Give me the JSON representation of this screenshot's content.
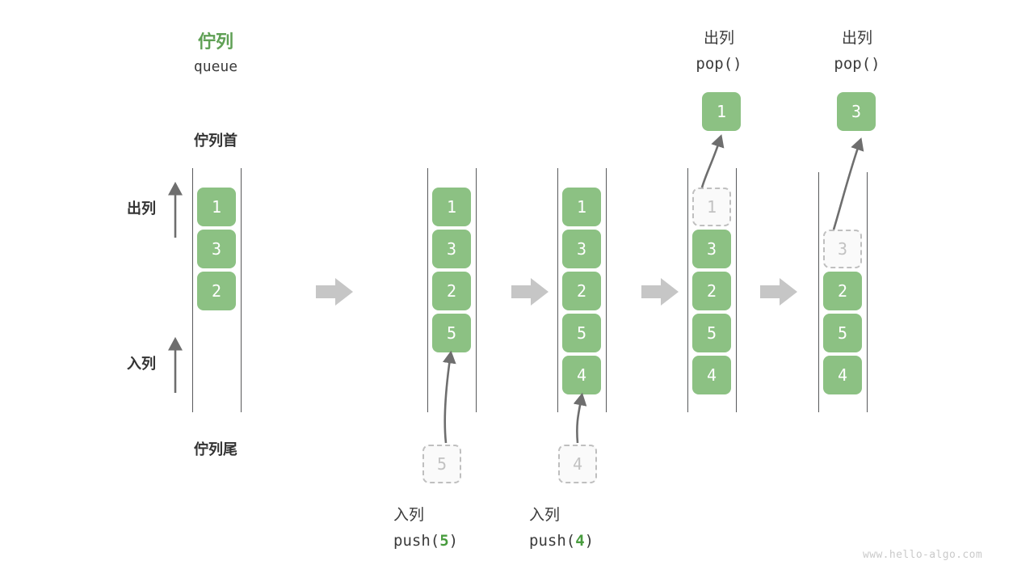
{
  "header": {
    "title_cn": "佇列",
    "title_en": "queue",
    "front_label": "佇列首",
    "rear_label": "佇列尾"
  },
  "axis_labels": {
    "pop_label": "出列",
    "push_label": "入列"
  },
  "watermark": "www.hello-algo.com",
  "colors": {
    "node_green": "#8CC183",
    "title_green": "#5FA055",
    "arg_green": "#489C3E",
    "ghost_border": "#BFBFBF",
    "ghost_text": "#C2C2C2",
    "rail": "#58595B",
    "stage_arrow": "#C6C6C6",
    "text_dark": "#3B3B3B",
    "watermark": "#CACACA"
  },
  "stages": [
    {
      "name": "initial-queue",
      "nodes": [
        {
          "value": "1",
          "state": "filled"
        },
        {
          "value": "3",
          "state": "filled"
        },
        {
          "value": "2",
          "state": "filled"
        }
      ]
    },
    {
      "name": "after-push-5",
      "nodes": [
        {
          "value": "1",
          "state": "filled"
        },
        {
          "value": "3",
          "state": "filled"
        },
        {
          "value": "2",
          "state": "filled"
        },
        {
          "value": "5",
          "state": "filled"
        }
      ],
      "incoming_node": {
        "value": "5",
        "state": "ghost"
      },
      "caption_cn": "入列",
      "caption_code_prefix": "push(",
      "caption_code_arg": "5",
      "caption_code_suffix": ")"
    },
    {
      "name": "after-push-4",
      "nodes": [
        {
          "value": "1",
          "state": "filled"
        },
        {
          "value": "3",
          "state": "filled"
        },
        {
          "value": "2",
          "state": "filled"
        },
        {
          "value": "5",
          "state": "filled"
        },
        {
          "value": "4",
          "state": "filled"
        }
      ],
      "incoming_node": {
        "value": "4",
        "state": "ghost"
      },
      "caption_cn": "入列",
      "caption_code_prefix": "push(",
      "caption_code_arg": "4",
      "caption_code_suffix": ")"
    },
    {
      "name": "after-pop-1",
      "nodes": [
        {
          "value": "1",
          "state": "ghost"
        },
        {
          "value": "3",
          "state": "filled"
        },
        {
          "value": "2",
          "state": "filled"
        },
        {
          "value": "5",
          "state": "filled"
        },
        {
          "value": "4",
          "state": "filled"
        }
      ],
      "outgoing_node": {
        "value": "1",
        "state": "filled"
      },
      "caption_cn": "出列",
      "caption_code": "pop()"
    },
    {
      "name": "after-pop-3",
      "nodes": [
        {
          "value": "3",
          "state": "ghost"
        },
        {
          "value": "2",
          "state": "filled"
        },
        {
          "value": "5",
          "state": "filled"
        },
        {
          "value": "4",
          "state": "filled"
        }
      ],
      "outgoing_node": {
        "value": "3",
        "state": "filled"
      },
      "caption_cn": "出列",
      "caption_code": "pop()"
    }
  ]
}
